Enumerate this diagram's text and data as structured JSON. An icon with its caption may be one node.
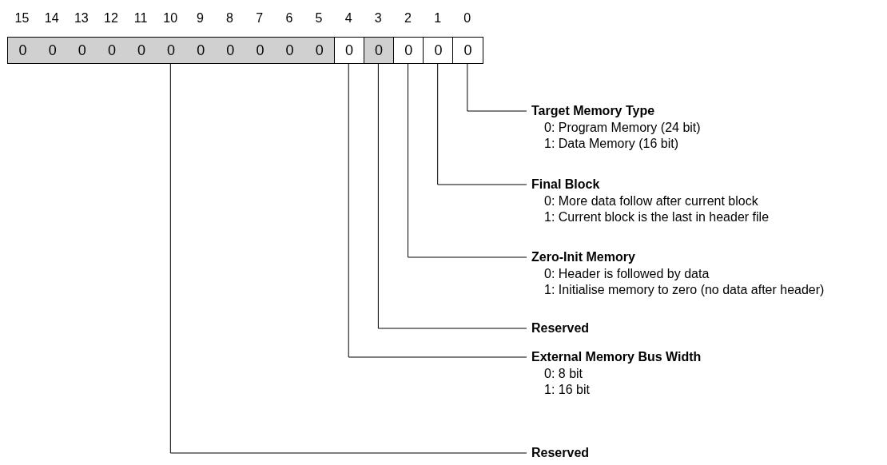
{
  "diagram": {
    "nodes": [
      {
        "text": [
          "0",
          "0",
          "0",
          "0",
          "0",
          "0",
          "0",
          "0",
          "0",
          "0",
          "0"
        ]
      },
      {
        "text": [
          "0"
        ]
      },
      {
        "text": [
          "0"
        ]
      },
      {
        "text": [
          "0"
        ]
      },
      {
        "text": [
          "0"
        ]
      },
      {
        "text": [
          "0"
        ]
      },
      {
        "text": [
          "Target Memory Type",
          "0: Program Memory (24 bit)",
          "1: Data Memory (16 bit)"
        ]
      },
      {
        "text": [
          "Final Block",
          "0: More data follow after current block",
          "1: Current block is the last in header file"
        ]
      },
      {
        "text": [
          "Zero-Init Memory",
          "0: Header is followed by data",
          "1: Initialise memory to zero (no data after header)"
        ]
      },
      {
        "text": [
          "Reserved"
        ]
      },
      {
        "text": [
          "External Memory Bus Width",
          "0: 8 bit",
          "1: 16 bit"
        ]
      },
      {
        "text": [
          "Reserved"
        ]
      }
    ],
    "edges": [
      {
        "from": 5,
        "to": 6,
        "arrow": "none"
      },
      {
        "from": 4,
        "to": 7,
        "arrow": "none"
      },
      {
        "from": 3,
        "to": 8,
        "arrow": "none"
      },
      {
        "from": 2,
        "to": 9,
        "arrow": "none"
      },
      {
        "from": 1,
        "to": 10,
        "arrow": "none"
      },
      {
        "from": 0,
        "to": 11,
        "arrow": "none"
      }
    ],
    "labels": [
      "15",
      "14",
      "13",
      "12",
      "11",
      "10",
      "9",
      "8",
      "7",
      "6",
      "5",
      "4",
      "3",
      "2",
      "1",
      "0"
    ]
  }
}
